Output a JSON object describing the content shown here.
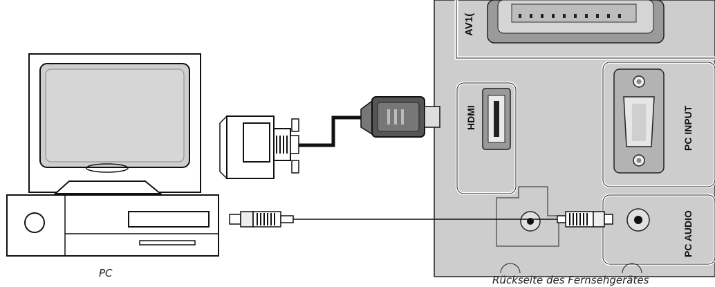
{
  "captions": {
    "pc": "PC",
    "tv_back": "Rückseite des Fernsehgerätes"
  },
  "ports": {
    "av": "AV1(",
    "hdmi": "HDMI",
    "pc_input": "PC INPUT",
    "pc_audio": "PC AUDIO"
  },
  "colors": {
    "panel": "#cfcfcf",
    "panel_dark": "#a9a9a9",
    "line": "#111111",
    "screen": "#cfcfcf"
  }
}
